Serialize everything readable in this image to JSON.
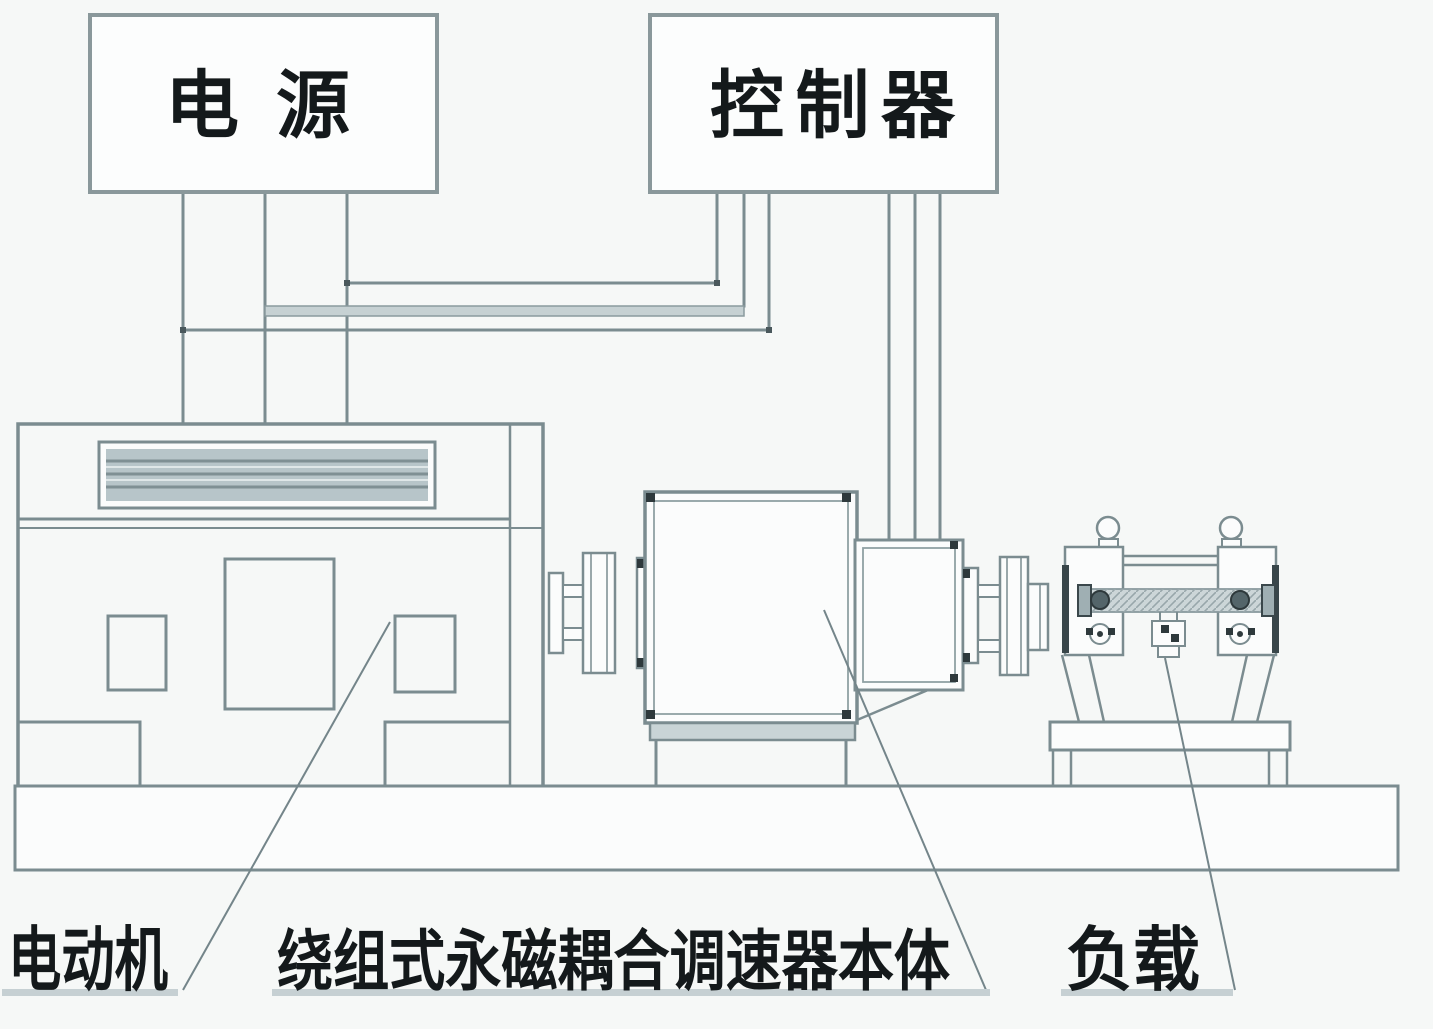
{
  "diagram": {
    "type": "schematic",
    "power_box": {
      "label": "电源"
    },
    "controller_box": {
      "label": "控制器"
    },
    "component_labels": {
      "motor": "电动机",
      "coupler_body": "绕组式永磁耦合调速器本体",
      "load": "负载"
    },
    "wires": {
      "power_to_motor_count": 3,
      "controller_to_power_count": 3,
      "controller_to_coupler_count": 3
    },
    "colors": {
      "background": "#f6f8f7",
      "line": "#7b8c90",
      "dark_accent": "#2e393c",
      "component_fill": "#fbfcfc",
      "grille_fill": "#b7c5c9",
      "flange_fill": "#c9d4d6",
      "hatch_fill": "#ccd6d8",
      "underline": "#c6d0d3",
      "text": "#14191b"
    }
  }
}
